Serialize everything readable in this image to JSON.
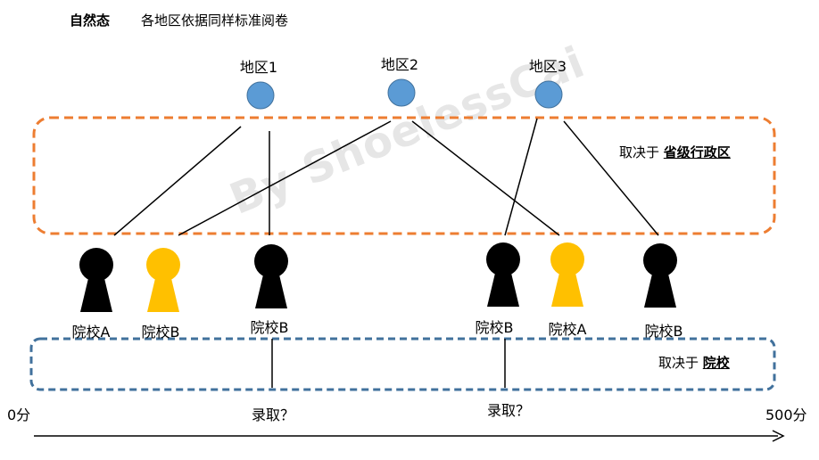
{
  "header": {
    "title": "自然态",
    "subtitle": "各地区依据同样标准阅卷"
  },
  "regions": [
    {
      "label": "地区1"
    },
    {
      "label": "地区2"
    },
    {
      "label": "地区3"
    }
  ],
  "province_box": {
    "prefix": "取决于 ",
    "emphasis": "省级行政区",
    "color": "#ed7d31"
  },
  "school_box": {
    "prefix": "取决于 ",
    "emphasis": "院校",
    "color": "#41719c"
  },
  "schools": [
    {
      "label": "院校A",
      "color": "#000000"
    },
    {
      "label": "院校B",
      "color": "#ffc000"
    },
    {
      "label": "院校B",
      "color": "#000000"
    },
    {
      "label": "院校B",
      "color": "#000000"
    },
    {
      "label": "院校A",
      "color": "#ffc000"
    },
    {
      "label": "院校B",
      "color": "#000000"
    }
  ],
  "admission_questions": [
    "录取？",
    "录取？"
  ],
  "scale": {
    "min_label": "0分",
    "max_label": "500分"
  },
  "watermark": "By ShoelessCai",
  "colors": {
    "region_dot": "#5b9bd5",
    "region_dot_stroke": "#41719c"
  }
}
